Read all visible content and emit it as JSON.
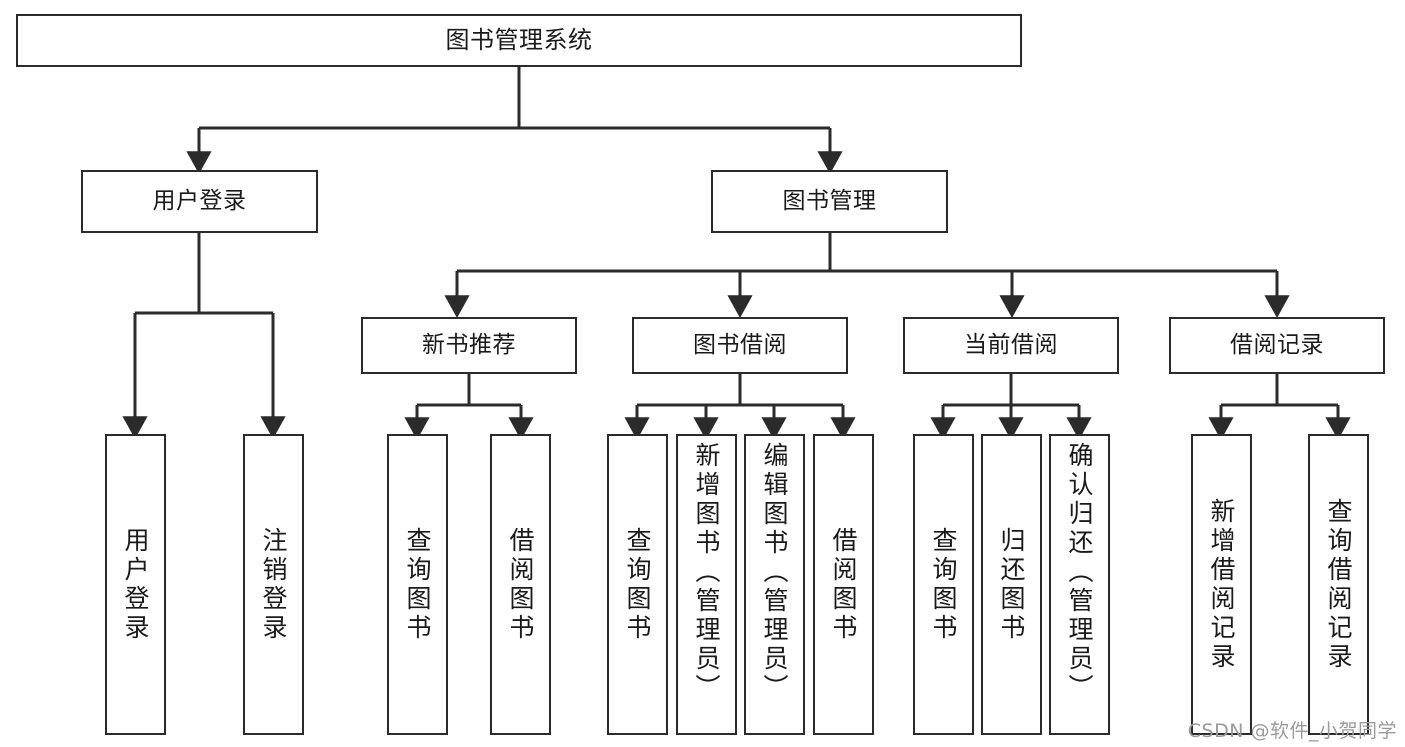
{
  "diagram": {
    "title": "图书管理系统",
    "type": "tree",
    "style": {
      "box_border_color": "#2b2b2b",
      "box_fill_color": "#ffffff",
      "edge_color": "#2b2b2b",
      "text_color": "#1a1a1a",
      "background": "#ffffff",
      "watermark_color": "#9a9a9a"
    },
    "nodes": {
      "root": {
        "label": "图书管理系统",
        "level": 0
      },
      "l1": [
        {
          "id": "user_login",
          "label": "用户登录",
          "level": 1
        },
        {
          "id": "book_mgmt",
          "label": "图书管理",
          "level": 1
        }
      ],
      "l2": [
        {
          "id": "new_book_rec",
          "label": "新书推荐",
          "level": 2,
          "parent": "book_mgmt"
        },
        {
          "id": "book_borrow",
          "label": "图书借阅",
          "level": 2,
          "parent": "book_mgmt"
        },
        {
          "id": "current_borrow",
          "label": "当前借阅",
          "level": 2,
          "parent": "book_mgmt"
        },
        {
          "id": "borrow_record",
          "label": "借阅记录",
          "level": 2,
          "parent": "book_mgmt"
        }
      ],
      "leaves": [
        {
          "id": "leaf_user_login",
          "label": "用户登录",
          "parent": "user_login",
          "vertical": true
        },
        {
          "id": "leaf_user_logout",
          "label": "注销登录",
          "parent": "user_login",
          "vertical": true
        },
        {
          "id": "leaf_query_book_1",
          "label": "查询图书",
          "parent": "new_book_rec",
          "vertical": true
        },
        {
          "id": "leaf_borrow_book_1",
          "label": "借阅图书",
          "parent": "new_book_rec",
          "vertical": true
        },
        {
          "id": "leaf_query_book_2",
          "label": "查询图书",
          "parent": "book_borrow",
          "vertical": true
        },
        {
          "id": "leaf_add_book",
          "label": "新增图书（管理员）",
          "parent": "book_borrow",
          "vertical": true
        },
        {
          "id": "leaf_edit_book",
          "label": "编辑图书（管理员）",
          "parent": "book_borrow",
          "vertical": true
        },
        {
          "id": "leaf_borrow_book_2",
          "label": "借阅图书",
          "parent": "book_borrow",
          "vertical": true
        },
        {
          "id": "leaf_query_book_3",
          "label": "查询图书",
          "parent": "current_borrow",
          "vertical": true
        },
        {
          "id": "leaf_return_book",
          "label": "归还图书",
          "parent": "current_borrow",
          "vertical": true
        },
        {
          "id": "leaf_confirm_return",
          "label": "确认归还（管理员）",
          "parent": "current_borrow",
          "vertical": true
        },
        {
          "id": "leaf_add_record",
          "label": "新增借阅记录",
          "parent": "borrow_record",
          "vertical": true
        },
        {
          "id": "leaf_query_record",
          "label": "查询借阅记录",
          "parent": "borrow_record",
          "vertical": true
        }
      ]
    },
    "watermark": "CSDN @软件_小贺同学"
  }
}
